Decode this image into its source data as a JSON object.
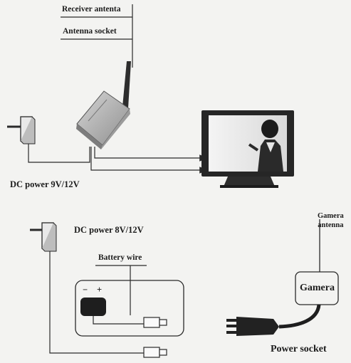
{
  "labels": {
    "receiver_antenna": "Receiver antenta",
    "antenna_socket": "Antenna socket",
    "dc_power_top": "DC power 9V/12V",
    "dc_power_mid": "DC power 8V/12V",
    "battery_wire": "Battery wire",
    "battery_minus": "−",
    "battery_plus": "+",
    "camera_antenna_line1": "Gamera",
    "camera_antenna_line2": "antenna",
    "camera_box": "Gamera",
    "power_socket": "Power socket"
  },
  "colors": {
    "background": "#f3f3f1",
    "line": "#2a2a2a",
    "receiver_body": "#b9b9b9",
    "battery": "#1e1e1e",
    "tv_frame": "#262626",
    "tv_screen": "#e6e6e6"
  },
  "icons": [
    "power-adapter-icon",
    "receiver-icon",
    "tv-icon",
    "battery-icon",
    "connector-icon",
    "power-plug-icon"
  ]
}
